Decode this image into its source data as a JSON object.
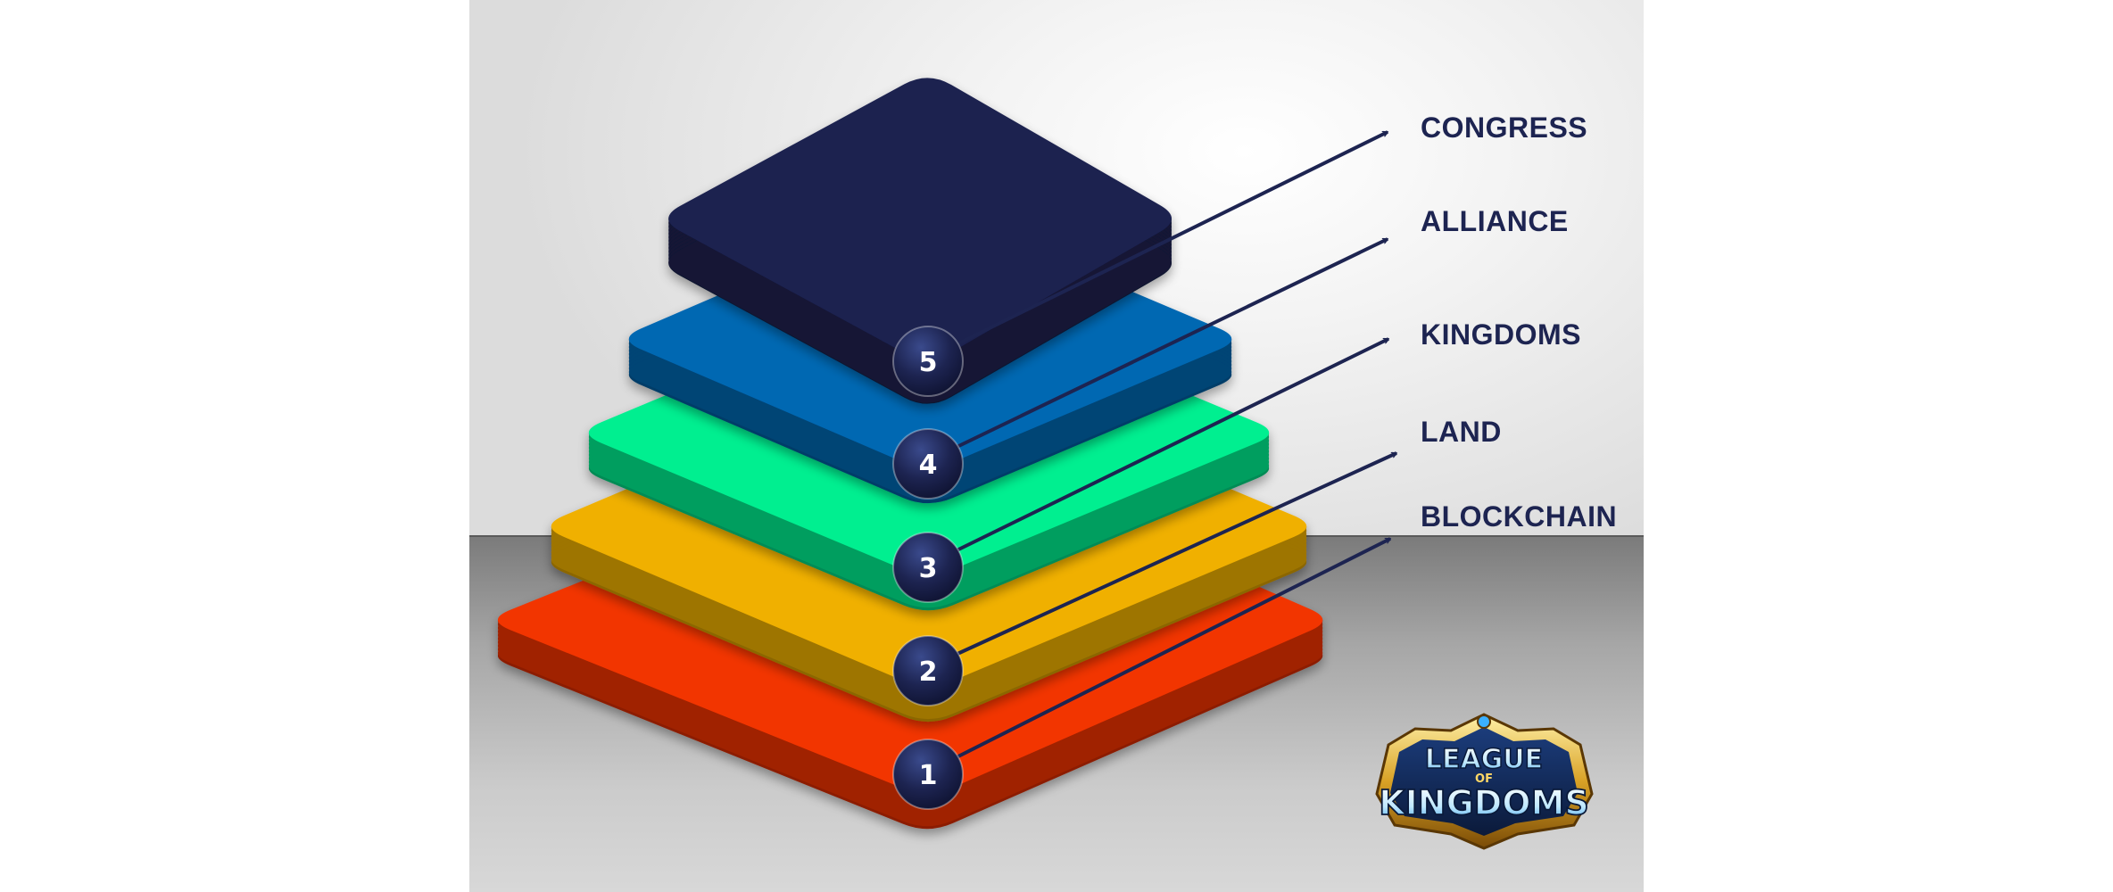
{
  "diagram": {
    "type": "stacked-pyramid",
    "layers": [
      {
        "level": "1",
        "label": "BLOCKCHAIN",
        "color": "#f23400"
      },
      {
        "level": "2",
        "label": "LAND",
        "color": "#f0b000"
      },
      {
        "level": "3",
        "label": "KINGDOMS",
        "color": "#00ef90"
      },
      {
        "level": "4",
        "label": "ALLIANCE",
        "color": "#0067b2"
      },
      {
        "level": "5",
        "label": "CONGRESS",
        "color": "#1c2150"
      }
    ]
  },
  "logo": {
    "line1": "LEAGUE",
    "line2": "OF",
    "line3": "KINGDOMS"
  },
  "colors": {
    "label_text": "#1d2451",
    "arrow": "#1d2451",
    "badge": "#1d2451"
  }
}
